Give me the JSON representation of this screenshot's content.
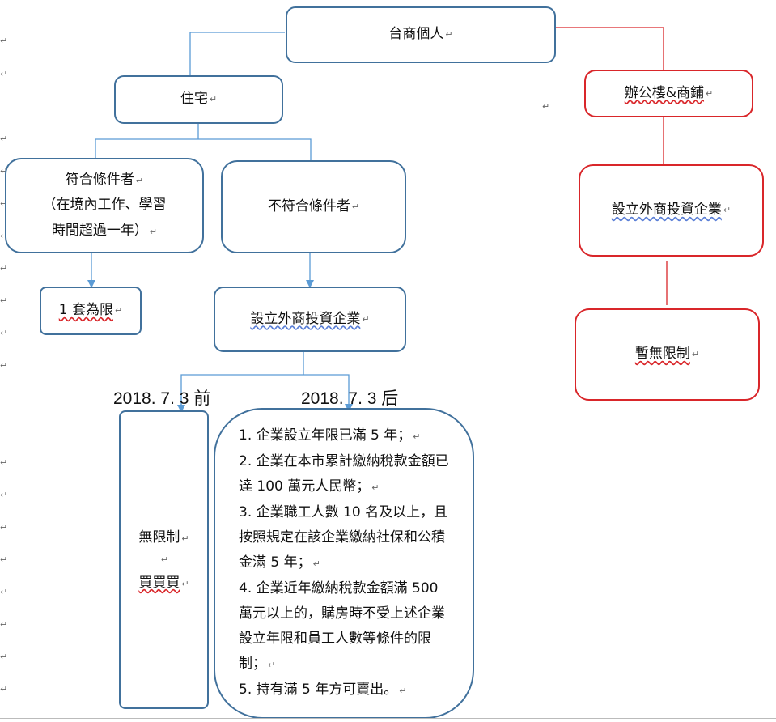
{
  "nodes": {
    "root": "台商個人",
    "residence": "住宅",
    "office": "辦公樓&商鋪",
    "qualified_line1": "符合條件者",
    "qualified_line2": "（在境內工作、學習",
    "qualified_line3": "時間超過一年）",
    "unqualified": "不符合條件者",
    "limit_one": "1 套為限",
    "foreign_company_left": "設立外商投資企業",
    "foreign_company_right": "設立外商投資企業",
    "no_limit_right": "暫無限制",
    "before_line1": "無限制",
    "before_line2": "買買買"
  },
  "labels": {
    "before_date": "2018. 7. 3 前",
    "after_date": "2018. 7. 3 后"
  },
  "after_conditions": [
    "1. 企業設立年限已滿 5 年；",
    "2. 企業在本市累計繳納稅款金額已達 100 萬元人民幣；",
    "3. 企業職工人數 10 名及以上，且按照規定在該企業繳納社保和公積金滿 5 年；",
    "4. 企業近年繳納稅款金額滿 500 萬元以上的，購房時不受上述企業設立年限和員工人數等條件的限制；",
    "5. 持有滿 5 年方可賣出。"
  ],
  "colors": {
    "blue_border": "#41719c",
    "blue_line": "#5b9bd5",
    "red_border": "#d9262a"
  }
}
